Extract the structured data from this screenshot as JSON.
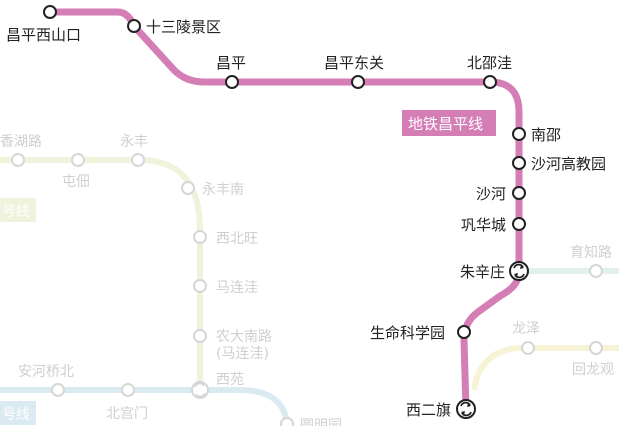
{
  "colors": {
    "changping_line": "#d47eb5",
    "faded_green": "#eef3dc",
    "faded_yellow": "#f6f4d4",
    "faded_teal": "#e1f0ec",
    "faded_blue": "#dbe9f1",
    "faded_station": "#d6d6d6"
  },
  "line_badge": "地铁昌平线",
  "stations": {
    "changping_xishankou": "昌平西山口",
    "ming_tombs": "十三陵景区",
    "changping": "昌平",
    "changping_dongguan": "昌平东关",
    "beishaowa": "北邵洼",
    "nanshao": "南邵",
    "shahe_univ_park": "沙河高教园",
    "shahe": "沙河",
    "gonghuacheng": "巩华城",
    "zhuxinzhuang": "朱辛庄",
    "life_science_park": "生命科学园",
    "xierqi": "西二旗"
  },
  "faded_stations": {
    "xianghulu": "香湖路",
    "yongfeng": "永丰",
    "tuntian": "屯佃",
    "yongfeng_nan": "永丰南",
    "xibeiwang": "西北旺",
    "malianwa": "马连洼",
    "nongda_nanlu": "农大南路",
    "malianwa_sub": "(马连洼)",
    "xiyuan": "西苑",
    "anhe_qiaobei": "安河桥北",
    "beigongmen": "北宫门",
    "yuzhilu": "育知路",
    "longze": "龙泽",
    "huilongguan": "回龙观",
    "yuanmingyuan": "圆明园"
  },
  "faded_line_badges": [
    "号线",
    "号线"
  ]
}
